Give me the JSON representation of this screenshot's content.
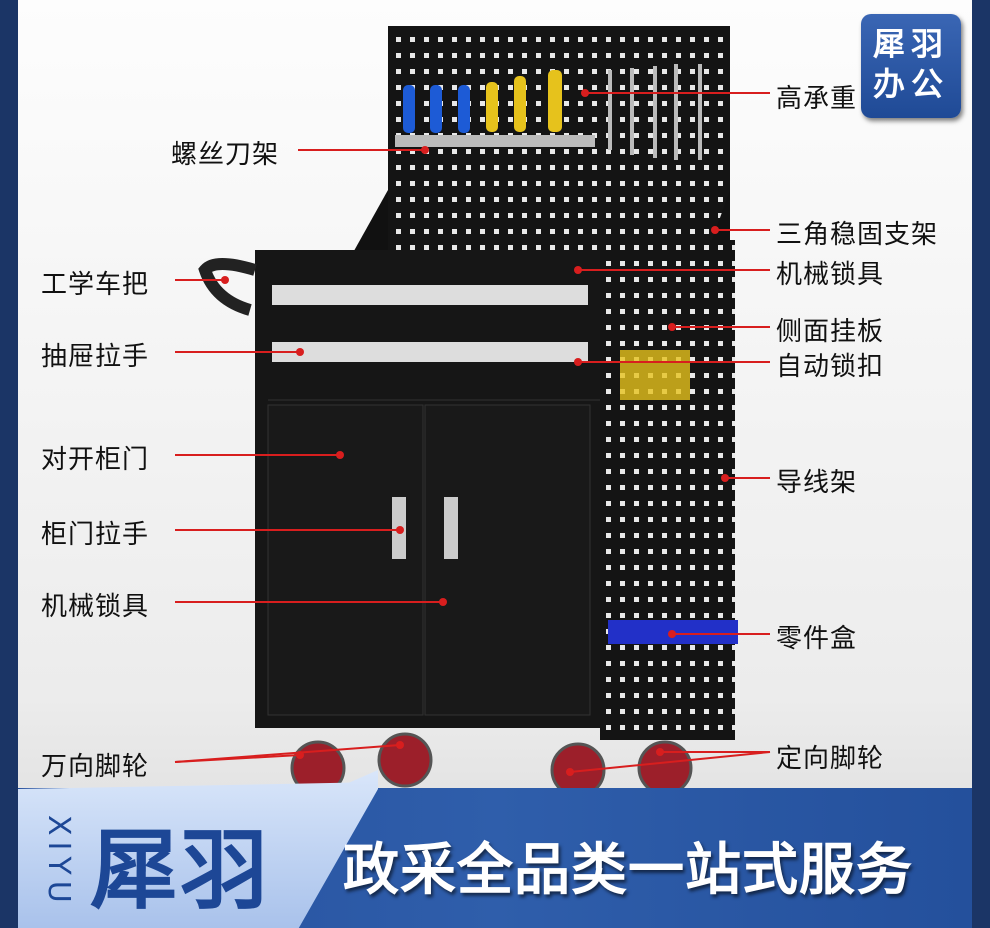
{
  "logo": {
    "line1": "犀羽",
    "line2": "办公"
  },
  "labels_left": [
    {
      "text": "螺丝刀架"
    },
    {
      "text": "工学车把"
    },
    {
      "text": "抽屉拉手"
    },
    {
      "text": "对开柜门"
    },
    {
      "text": "柜门拉手"
    },
    {
      "text": "机械锁具"
    },
    {
      "text": "万向脚轮"
    }
  ],
  "labels_right": [
    {
      "text": "高承重"
    },
    {
      "text": "三角稳固支架"
    },
    {
      "text": "机械锁具"
    },
    {
      "text": "侧面挂板"
    },
    {
      "text": "自动锁扣"
    },
    {
      "text": "导线架"
    },
    {
      "text": "零件盒"
    },
    {
      "text": "定向脚轮"
    }
  ],
  "banner": {
    "brand": "犀羽",
    "brand_latin": "XIYU",
    "slogan": "政采全品类一站式服务"
  },
  "colors": {
    "frame": "#1b3566",
    "banner": "#2a57a4",
    "leader": "#d81e1e",
    "cabinet": "#141414"
  }
}
